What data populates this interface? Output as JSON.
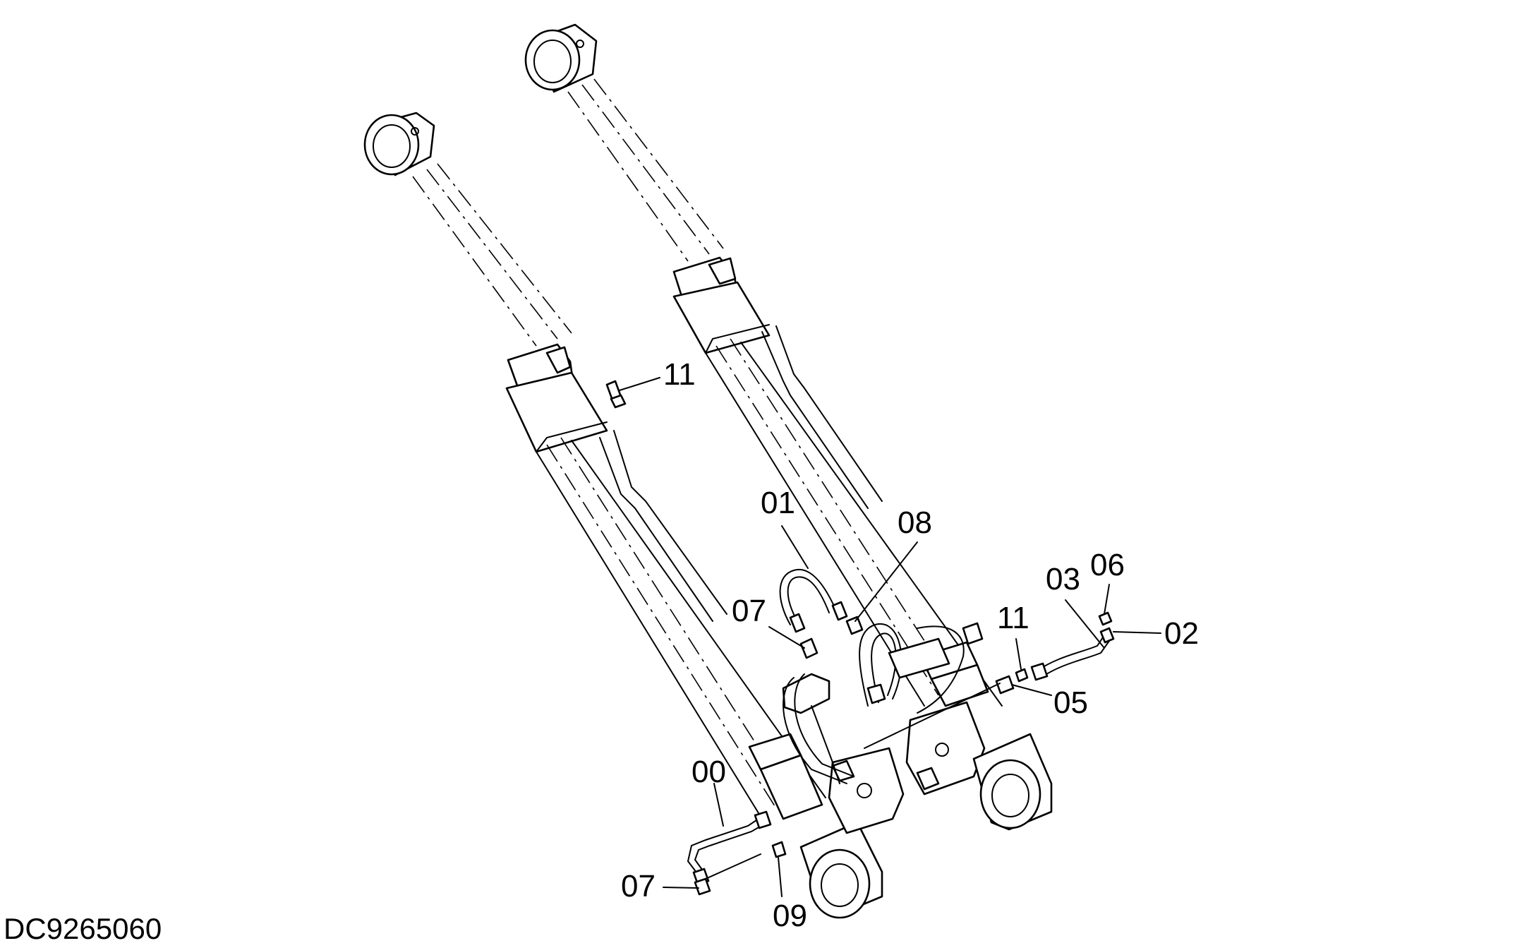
{
  "drawing": {
    "code": "DC9265060",
    "callouts": {
      "c11_upper": "11",
      "c01": "01",
      "c08": "08",
      "c07_upper": "07",
      "c03": "03",
      "c06": "06",
      "c02": "02",
      "c11_right": "11",
      "c05": "05",
      "c00": "00",
      "c07_lower": "07",
      "c09": "09"
    }
  }
}
